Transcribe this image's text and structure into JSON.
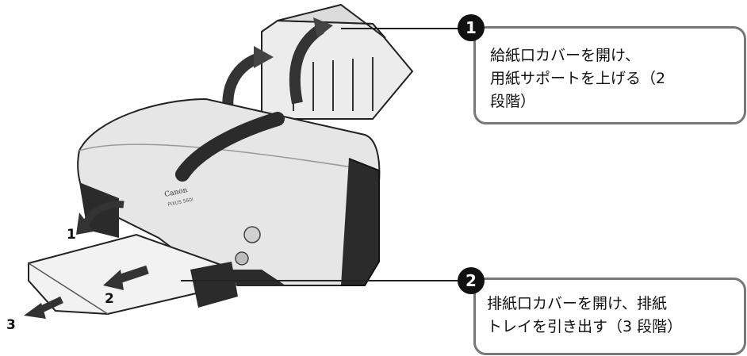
{
  "callouts": [
    {
      "badge": "1",
      "lines": [
        "給紙口カバーを開け、",
        "用紙サポートを上げる（2",
        "段階）"
      ]
    },
    {
      "badge": "2",
      "lines": [
        "排紙口カバーを開け、排紙",
        "トレイを引き出す（3 段階）"
      ]
    }
  ],
  "steps": [
    "1",
    "2",
    "3"
  ],
  "printer": {
    "brand": "Canon",
    "model": "PIXUS 560i"
  },
  "colors": {
    "ink": "#111111",
    "callout_border": "#777777",
    "printer_body": "#e6e6e6",
    "printer_dark": "#2b2b2b"
  }
}
